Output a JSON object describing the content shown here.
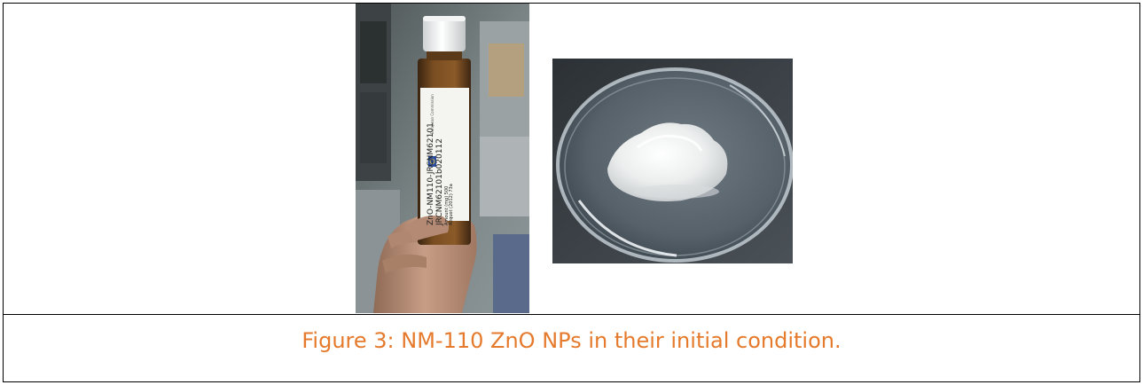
{
  "figure": {
    "caption": "Figure 3: NM-110 ZnO NPs in their initial condition.",
    "caption_color": "#e57a2c",
    "images": [
      {
        "name": "bottle-photo",
        "label_lines": [
          "ZnO-NM110-JRCNM62101",
          "JRCNM62101b020112",
          "Amount (mg) 500",
          "Aliquot (2012) 73a"
        ],
        "logo_text": "European Commission"
      },
      {
        "name": "powder-photo"
      }
    ]
  }
}
